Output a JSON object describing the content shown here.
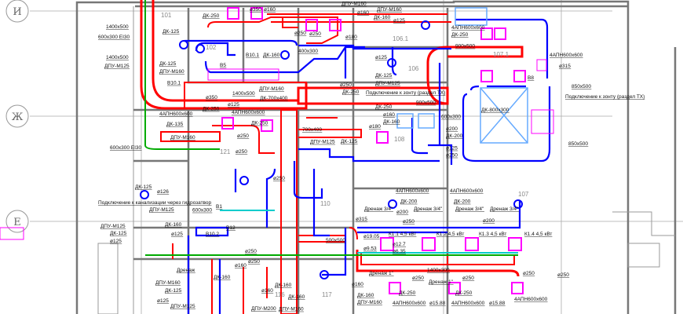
{
  "axes": [
    "И",
    "Ж",
    "Е"
  ],
  "rooms": [
    "101",
    "102",
    "106",
    "106.1",
    "107",
    "107.1",
    "108",
    "110",
    "116",
    "117",
    "121"
  ],
  "labels": [
    "1400x500",
    "600x300 EI30",
    "1400x500",
    "ДПУ-М125",
    "ДК-125",
    "ДК-125",
    "ДПУ-М160",
    "В10.1",
    "ДК-250",
    "ø160",
    "ø250",
    "ø160",
    "ø350",
    "ø250",
    "В10.1",
    "ДК-160",
    "400x300",
    "В5",
    "ДПУ-М160",
    "1400x500",
    "ДК-700x400",
    "ø350",
    "ДК-250",
    "ø125",
    "4АПН600x600",
    "4АПН600x600",
    "ДК-250",
    "ø250",
    "ø250",
    "ДК-135",
    "ДПУ-М160",
    "600x300 EI30",
    "700x400",
    "ДПУ-М125",
    "ДК-125",
    "ДПУ-М160",
    "ДПУ-М160",
    "ДК-160",
    "ø125",
    "ø180",
    "ø125",
    "ДК-125",
    "ДПУ-М125",
    "ø250",
    "ДК-250",
    "Подключение к зонту (раздел ТХ)",
    "900x500",
    "ДК-250",
    "ø160",
    "ДК-160",
    "ø180",
    "ø200",
    "ДК-200",
    "ø125",
    "ø250",
    "600x300",
    "4АПН600x600",
    "ДК-250",
    "900x500",
    "4АПН600x600",
    "ø315",
    "В8",
    "850x500",
    "Подключение к зонту (раздел ТХ)",
    "ДК-800x300",
    "850x500",
    "4АПН600x600",
    "ДК-200",
    "4АПН600x600",
    "ДК-200",
    "ø200",
    "ø315",
    "ø250",
    "ø200",
    "Дренаж 3/4\"",
    "Дренаж 3/4\"",
    "Дренаж 3/4\"",
    "Дренаж 3/4\"",
    "К1.1 4,5 кВт",
    "К1.2 4,5 кВт",
    "К1.3 4,5 кВт",
    "К1.4 4,5 кВт",
    "ø19.05",
    "ø9.53",
    "ø12.7",
    "ø6.35",
    "500x500",
    "1400x300",
    "ø250",
    "ø250",
    "ø250",
    "ø250",
    "ДК-250",
    "ДК-250",
    "4АПН600x600",
    "4АПН600x600",
    "4АПН600x600",
    "Дренаж 1\"",
    "Дренаж 1\"",
    "ø15.88",
    "ø15.88",
    "ø160",
    "ДК-160",
    "ДПУ-М160",
    "ДПУ-М125",
    "ДК-125",
    "ø125",
    "Подключение к канализации через гидрозатвор",
    "ДК-125",
    "ø126",
    "ДПУ-М125",
    "600x300",
    "В1",
    "ø125",
    "ДК-160",
    "ø250",
    "Дренаж",
    "ДПУ-М160",
    "ДК-160",
    "ø160",
    "ДК-160",
    "ø160",
    "ДК-160",
    "ДПУ-М160",
    "ДПУ-М200",
    "ø125",
    "ДПУ-М125",
    "ДК-125",
    "ø250",
    "ø250",
    "В10.2",
    "В12"
  ]
}
